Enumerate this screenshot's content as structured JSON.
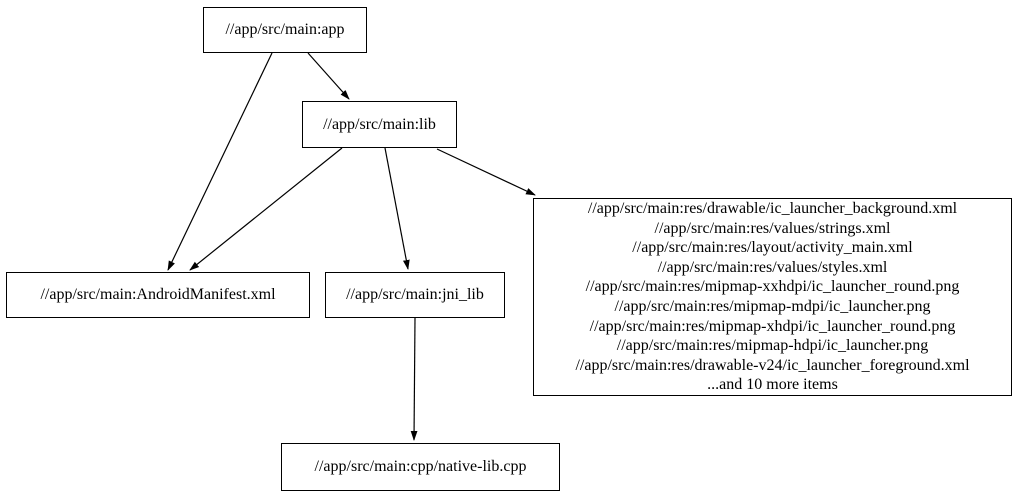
{
  "diagram": {
    "background_color": "#ffffff",
    "node_border_color": "#000000",
    "edge_color": "#000000",
    "nodes": {
      "app": {
        "label": "//app/src/main:app"
      },
      "lib": {
        "label": "//app/src/main:lib"
      },
      "android_manifest": {
        "label": "//app/src/main:AndroidManifest.xml"
      },
      "jni_lib": {
        "label": "//app/src/main:jni_lib"
      },
      "resources": {
        "lines": [
          "//app/src/main:res/drawable/ic_launcher_background.xml",
          "//app/src/main:res/values/strings.xml",
          "//app/src/main:res/layout/activity_main.xml",
          "//app/src/main:res/values/styles.xml",
          "//app/src/main:res/mipmap-xxhdpi/ic_launcher_round.png",
          "//app/src/main:res/mipmap-mdpi/ic_launcher.png",
          "//app/src/main:res/mipmap-xhdpi/ic_launcher_round.png",
          "//app/src/main:res/mipmap-hdpi/ic_launcher.png",
          "//app/src/main:res/drawable-v24/ic_launcher_foreground.xml",
          "...and 10 more items"
        ]
      },
      "native_lib": {
        "label": "//app/src/main:cpp/native-lib.cpp"
      }
    },
    "edges": [
      {
        "from": "//app/src/main:app",
        "to": "//app/src/main:lib"
      },
      {
        "from": "//app/src/main:app",
        "to": "//app/src/main:AndroidManifest.xml"
      },
      {
        "from": "//app/src/main:lib",
        "to": "//app/src/main:AndroidManifest.xml"
      },
      {
        "from": "//app/src/main:lib",
        "to": "//app/src/main:jni_lib"
      },
      {
        "from": "//app/src/main:lib",
        "to": "resources-group"
      },
      {
        "from": "//app/src/main:jni_lib",
        "to": "//app/src/main:cpp/native-lib.cpp"
      }
    ]
  }
}
